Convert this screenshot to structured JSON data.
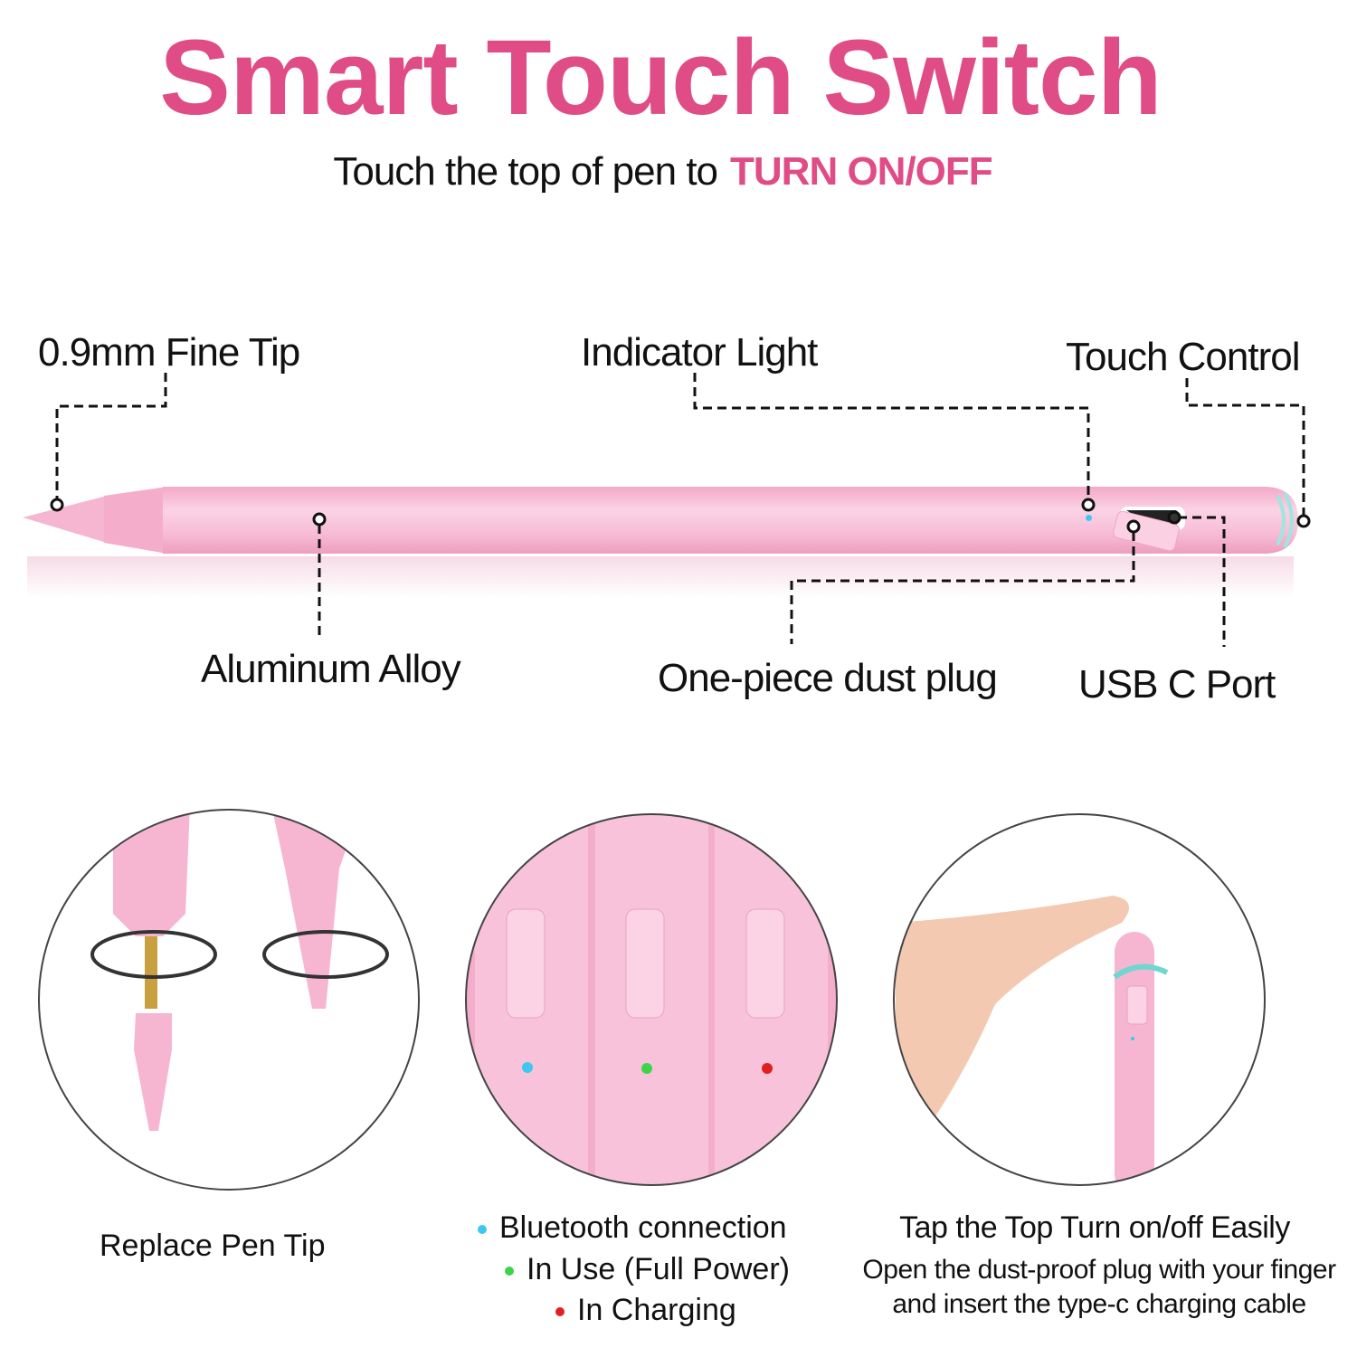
{
  "title": "Smart Touch Switch",
  "subtitle": {
    "text": "Touch the top of pen to",
    "highlight": "TURN ON/OFF"
  },
  "callouts": {
    "fine_tip": "0.9mm  Fine Tip",
    "indicator_light": "Indicator Light",
    "touch_control": "Touch Control",
    "aluminum_alloy": "Aluminum Alloy",
    "dust_plug": "One-piece dust plug",
    "usb_port": "USB C Port"
  },
  "panels": {
    "replace_tip": {
      "caption": "Replace Pen Tip"
    },
    "indicator": {
      "items": [
        {
          "label": "Bluetooth connection",
          "color": "#3cc8f0"
        },
        {
          "label": "In Use (Full Power)",
          "color": "#3dd44a"
        },
        {
          "label": "In Charging",
          "color": "#e02020"
        }
      ]
    },
    "tap_top": {
      "heading": "Tap the Top Turn on/off Easily",
      "line1": "Open the dust-proof plug with your finger",
      "line2": "and insert the type-c charging cable"
    }
  },
  "colors": {
    "accent": "#e04c86",
    "pen": "#f6b6d2",
    "pen_light": "#fbd3e5",
    "touch_waves": "#9ee6e0"
  }
}
